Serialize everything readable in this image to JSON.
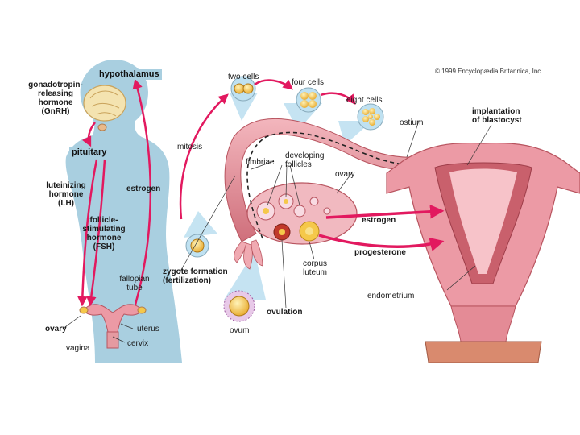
{
  "copyright": "© 1999 Encyclopædia Britannica, Inc.",
  "body_labels": {
    "hypothalamus": "hypothalamus",
    "gnrh": "gonadotropin-\nreleasing\nhormone\n(GnRH)",
    "pituitary": "pituitary",
    "lh": "luteinizing\nhormone\n(LH)",
    "estrogen_left": "estrogen",
    "fsh": "follicle-\nstimulating\nhormone\n(FSH)",
    "ovary_left": "ovary",
    "uterus": "uterus",
    "vagina": "vagina",
    "cervix": "cervix"
  },
  "cell_labels": {
    "two_cells": "two cells",
    "four_cells": "four cells",
    "eight_cells": "eight cells",
    "mitosis": "mitosis",
    "zygote": "zygote formation\n(fertilization)",
    "ovum": "ovum",
    "ovulation": "ovulation",
    "fallopian_tube": "fallopian\ntube"
  },
  "organ_labels": {
    "fimbriae": "fimbriae",
    "developing_follicles": "developing\nfollicles",
    "ovary_right": "ovary",
    "ostium": "ostium",
    "implantation": "implantation\nof blastocyst",
    "estrogen_right": "estrogen",
    "progesterone": "progesterone",
    "corpus_luteum": "corpus\nluteum",
    "endometrium": "endometrium"
  },
  "colors": {
    "silhouette": "#a9cfe0",
    "hormone_arrow": "#e2195f",
    "tissue_pink": "#ec9aa5",
    "tissue_dark": "#b8545f",
    "cell_yellow": "#f5c84a",
    "bubble_blue": "#bfe1f1"
  }
}
